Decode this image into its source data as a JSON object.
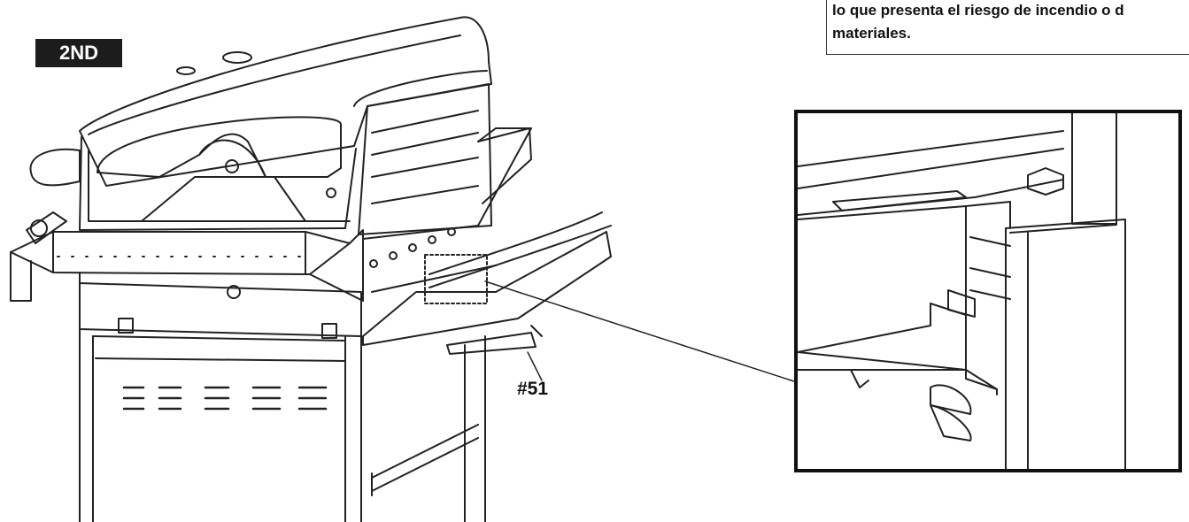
{
  "step_badge": "2ND",
  "warning": {
    "lines": [
      "lo que presenta el riesgo de incendio o d",
      "materiales."
    ]
  },
  "callout": {
    "part_number": "#51"
  },
  "colors": {
    "ink": "#111111",
    "badge_bg": "#1c1c1c",
    "badge_text": "#ffffff",
    "paper": "#ffffff"
  }
}
